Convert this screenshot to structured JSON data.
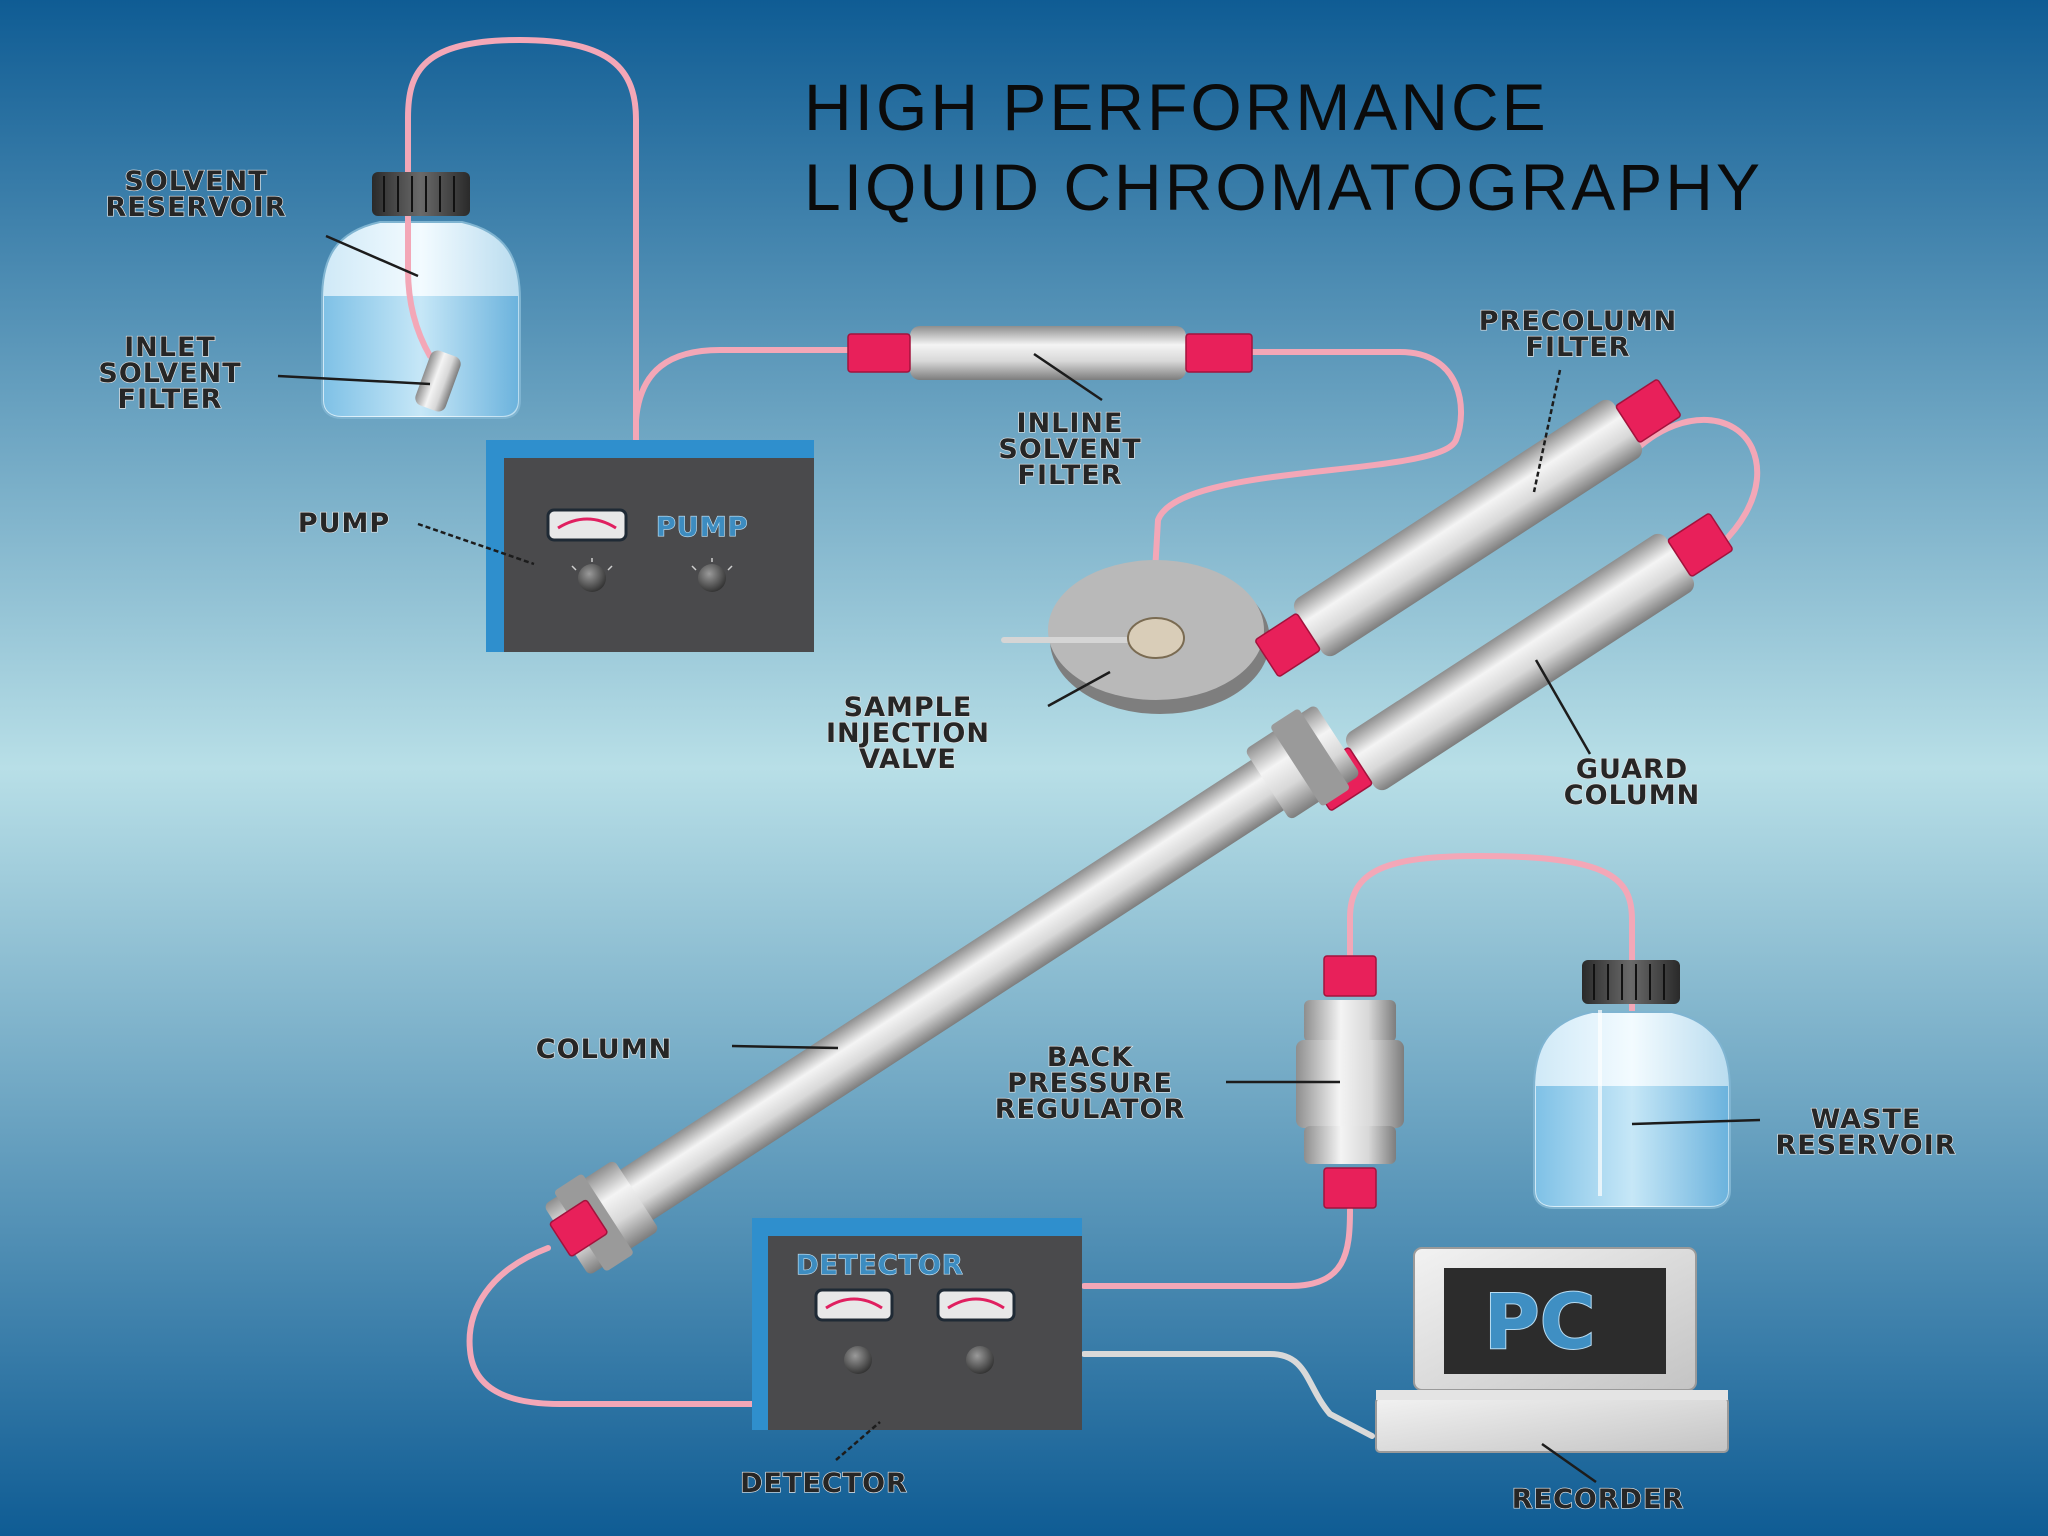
{
  "title": {
    "line1": "HIGH PERFORMANCE",
    "line2": "LIQUID CHROMATOGRAPHY"
  },
  "labels": {
    "solvent_reservoir": [
      "SOLVENT",
      "RESERVOIR"
    ],
    "inlet_solvent_filter": [
      "INLET",
      "SOLVENT",
      "FILTER"
    ],
    "pump": "PUMP",
    "inline_solvent_filter": [
      "INLINE",
      "SOLVENT",
      "FILTER"
    ],
    "precolumn_filter": [
      "PRECOLUMN",
      "FILTER"
    ],
    "sample_injection_valve": [
      "SAMPLE",
      "INJECTION",
      "VALVE"
    ],
    "guard_column": [
      "GUARD",
      "COLUMN"
    ],
    "column": "COLUMN",
    "back_pressure_regulator": [
      "BACK",
      "PRESSURE",
      "REGULATOR"
    ],
    "waste_reservoir": [
      "WASTE",
      "RESERVOIR"
    ],
    "detector": "DETECTOR",
    "recorder": "RECORDER"
  },
  "device_text": {
    "pump_panel": "PUMP",
    "detector_panel": "DETECTOR",
    "pc_screen": "PC"
  },
  "colors": {
    "background_top": "#0f5c94",
    "background_middle": "#b5dde6",
    "background_bottom": "#0f5c94",
    "tubing": "#f3a7b7",
    "fittings": "#e8205a",
    "device_body": "#4a4a4c",
    "device_frame": "#2f8fcd"
  }
}
